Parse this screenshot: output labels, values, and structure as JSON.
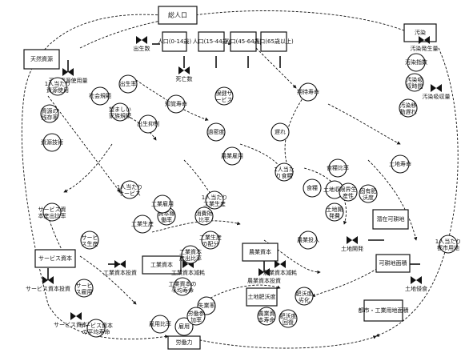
{
  "diagram": {
    "stocks": [
      {
        "id": "pop_total",
        "label": "総人口"
      },
      {
        "id": "pop_0_14",
        "label": "人口(0-14歳)"
      },
      {
        "id": "pop_15_44",
        "label": "人口(15-44歳)"
      },
      {
        "id": "pop_45_64",
        "label": "人口(45-64歳)"
      },
      {
        "id": "pop_65",
        "label": "人口(65歳以上)"
      },
      {
        "id": "nat_res",
        "label": "天然資源"
      },
      {
        "id": "service_cap",
        "label": "サービス資本"
      },
      {
        "id": "industrial_cap",
        "label": "工業資本"
      },
      {
        "id": "agri_cap",
        "label": "農業資本"
      },
      {
        "id": "pollution",
        "label": "汚染"
      },
      {
        "id": "arable_land",
        "label": "可耕地面積"
      },
      {
        "id": "potential_land",
        "label": "潜在可耕地"
      },
      {
        "id": "land_fertility",
        "label": "土地肥沃度"
      },
      {
        "id": "urban_land",
        "label": "都市・工業用地面積"
      },
      {
        "id": "labor",
        "label": "労働力"
      }
    ],
    "rates": [
      {
        "id": "births",
        "label": "出生数"
      },
      {
        "id": "deaths",
        "label": "死亡数"
      },
      {
        "id": "res_usage",
        "label": "天然資源使用量"
      },
      {
        "id": "ind_invest",
        "label": "工業資本投資"
      },
      {
        "id": "ind_depr",
        "label": "工業資本減耗"
      },
      {
        "id": "svc_invest",
        "label": "サービス資本投資"
      },
      {
        "id": "svc_depr",
        "label": "サービス資本減耗"
      },
      {
        "id": "agri_invest",
        "label": "農業資本投資"
      },
      {
        "id": "agri_depr",
        "label": "農業資本減耗"
      },
      {
        "id": "poll_gen",
        "label": "汚染発生量"
      },
      {
        "id": "poll_abs",
        "label": "汚染吸収量"
      },
      {
        "id": "land_dev",
        "label": "土地開発"
      },
      {
        "id": "land_erosion",
        "label": "土地侵食"
      }
    ],
    "auxiliaries": [
      {
        "id": "birth_rate",
        "label": "出生率"
      },
      {
        "id": "life_exp",
        "label": "期待寿命"
      },
      {
        "id": "food",
        "label": "食糧"
      },
      {
        "id": "food_pc",
        "label": "1人当たり食糧"
      },
      {
        "id": "ind_output",
        "label": "工業生産"
      },
      {
        "id": "ind_output_pc",
        "label": "1人当たり工業生産"
      },
      {
        "id": "svc_output",
        "label": "サービス生産"
      },
      {
        "id": "svc_output_pc",
        "label": "1人当たりサービス"
      },
      {
        "id": "jobs",
        "label": "雇用"
      },
      {
        "id": "unemp",
        "label": "失業率"
      },
      {
        "id": "land_yield",
        "label": "土地収量"
      },
      {
        "id": "res_frac",
        "label": "資源の残存率"
      },
      {
        "id": "poll_index",
        "label": "汚染指数"
      },
      {
        "id": "fert_control",
        "label": "出生抑制"
      },
      {
        "id": "health",
        "label": "保健サービス"
      },
      {
        "id": "crowding",
        "label": "過密度"
      },
      {
        "id": "ind_alloc",
        "label": "工業生産の配分"
      },
      {
        "id": "agri_inputs",
        "label": "農業投入"
      },
      {
        "id": "land_dev_cost",
        "label": "土地開発費"
      },
      {
        "id": "fert_degr",
        "label": "肥沃度劣化"
      },
      {
        "id": "fert_regen",
        "label": "肥沃度回復"
      },
      {
        "id": "urban_land_pc",
        "label": "1人当たり都市用地"
      },
      {
        "id": "cap_util",
        "label": "資本稼働率"
      },
      {
        "id": "avg_life_ind",
        "label": "工業資本の平均寿命"
      },
      {
        "id": "avg_life_svc",
        "label": "サービス資本の平均寿命"
      },
      {
        "id": "cap_output_ratio",
        "label": "工業資本産出比率"
      },
      {
        "id": "svc_cap_output",
        "label": "サービス資本産出比率"
      },
      {
        "id": "perceived_le",
        "label": "知覚寿命"
      },
      {
        "id": "desired_size",
        "label": "望ましい家族規模"
      },
      {
        "id": "social_norm",
        "label": "社会規範"
      },
      {
        "id": "delay",
        "label": "遅れ"
      },
      {
        "id": "poll_trans",
        "label": "汚染移動遅れ"
      },
      {
        "id": "poll_abs_time",
        "label": "汚染吸収時間"
      },
      {
        "id": "ind_out_frac",
        "label": "消費財比率"
      },
      {
        "id": "res_use_pc",
        "label": "1人当たり資源使用"
      },
      {
        "id": "res_tech",
        "label": "資源技術"
      },
      {
        "id": "land_life",
        "label": "土地寿命"
      },
      {
        "id": "inherent_fert",
        "label": "固有肥沃度"
      },
      {
        "id": "marg_prod",
        "label": "限界生産性"
      },
      {
        "id": "food_ratio",
        "label": "食糧比率"
      },
      {
        "id": "agri_cap_life",
        "label": "農業資本寿命"
      },
      {
        "id": "job_ratio",
        "label": "雇用比率"
      },
      {
        "id": "labor_force_part",
        "label": "労働参加率"
      },
      {
        "id": "ind_jobs",
        "label": "工業雇用"
      },
      {
        "id": "svc_jobs",
        "label": "サービス雇用"
      },
      {
        "id": "agri_jobs",
        "label": "農業雇用"
      }
    ]
  }
}
